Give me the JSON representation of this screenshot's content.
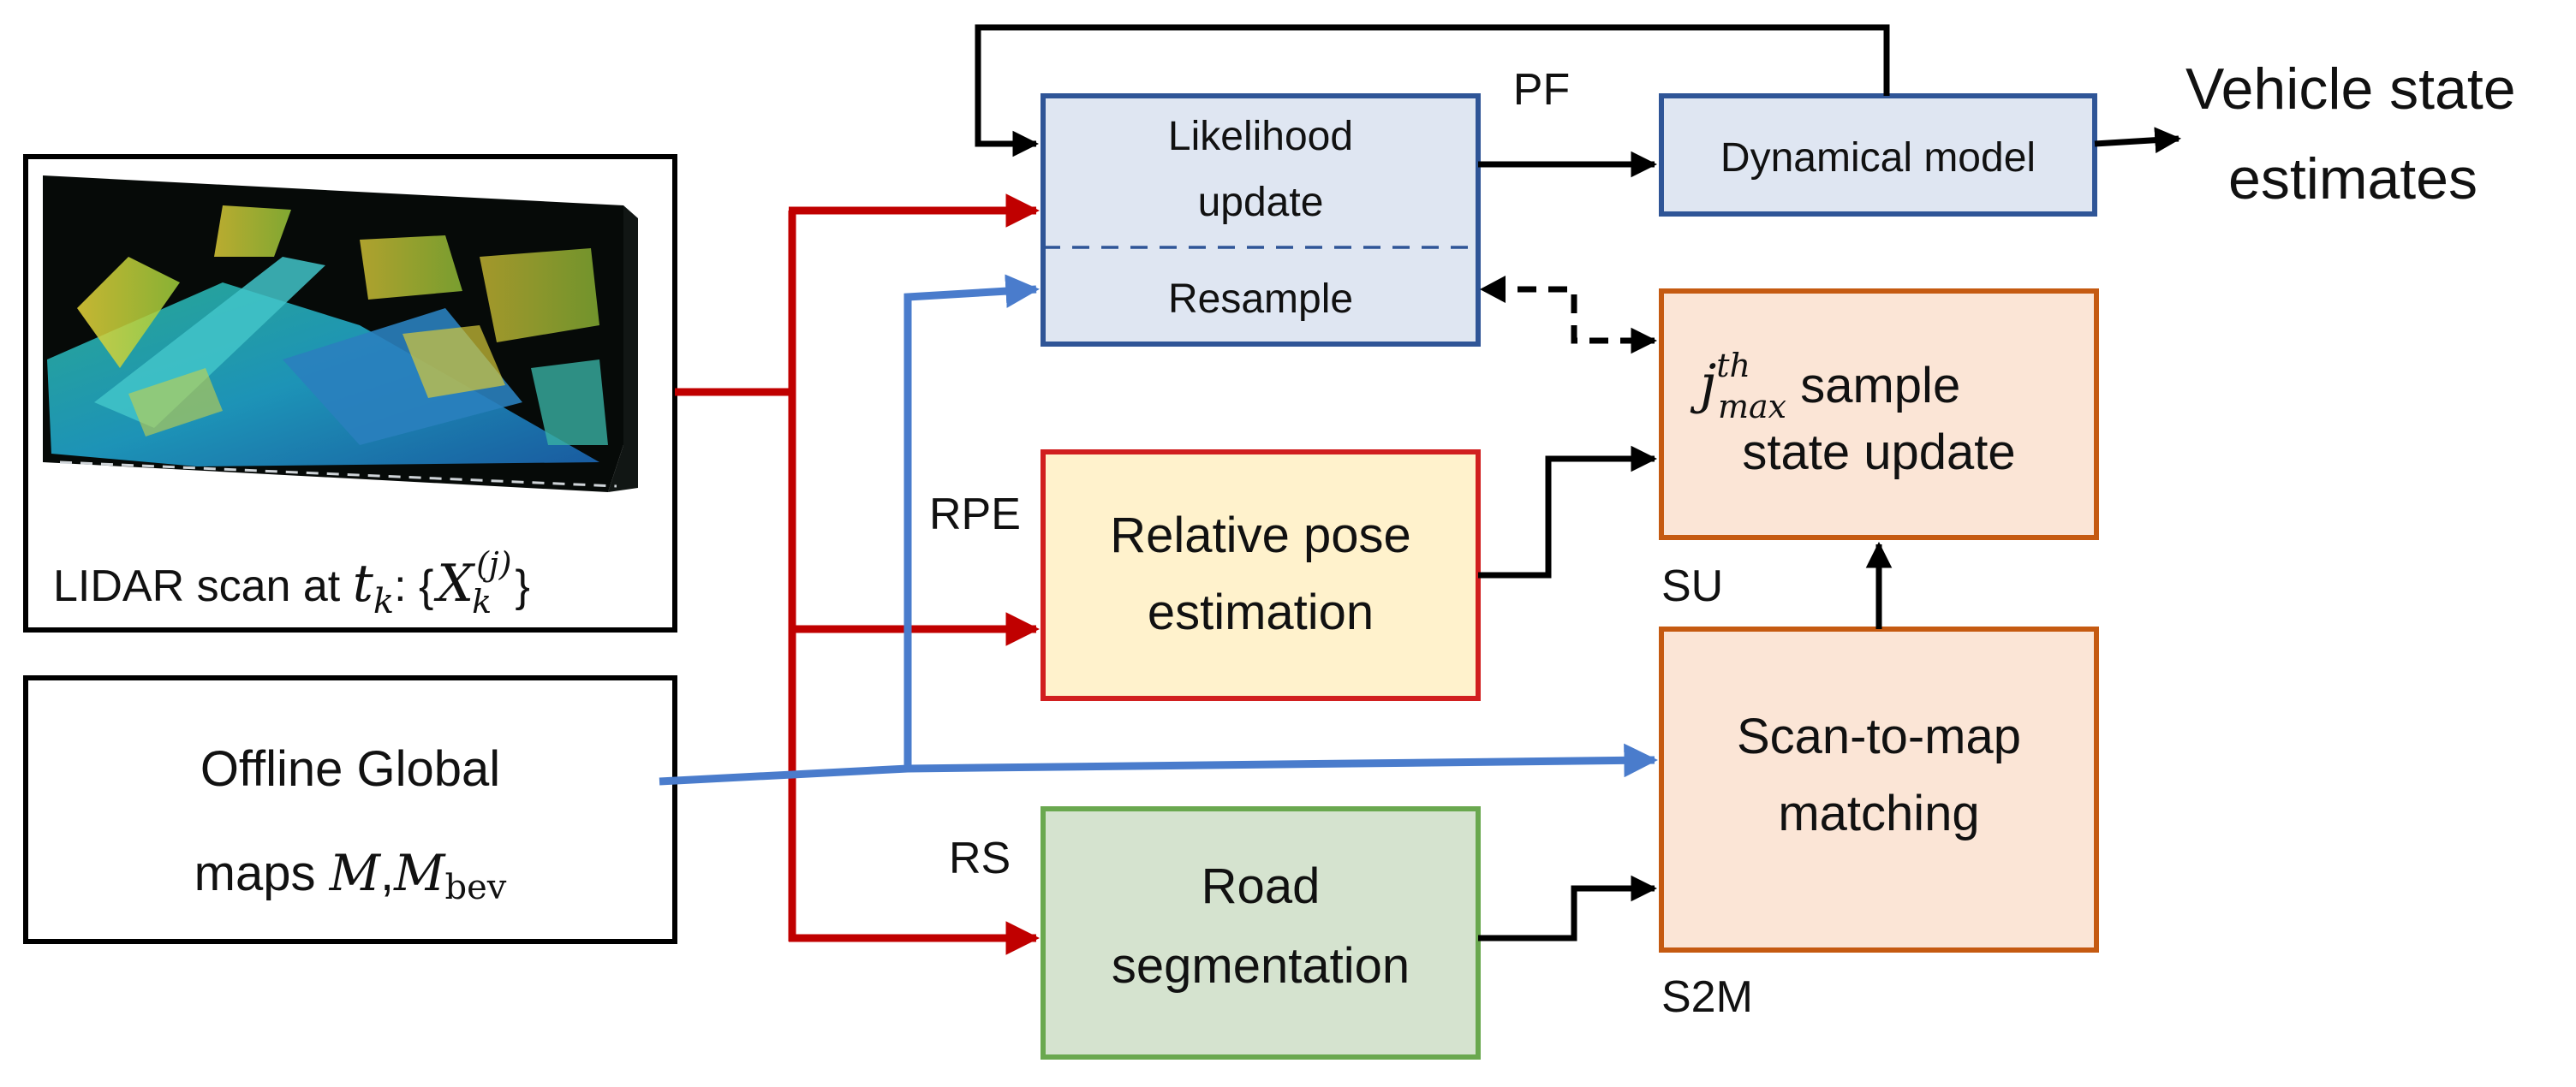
{
  "colors": {
    "red_arrow": "#c00000",
    "blue_arrow": "#4a7ccc",
    "black_arrow": "#000000",
    "pf_fill": "#dfe6f2",
    "pf_border": "#2f5597",
    "rpe_fill": "#fff2cc",
    "rpe_border": "#d11f1f",
    "rs_fill": "#d5e3cf",
    "rs_border": "#6aa84f",
    "su_fill": "#fbe5d6",
    "su_border": "#c55a11"
  },
  "inputs": {
    "lidar": {
      "caption_prefix": "LIDAR scan at ",
      "time_var": "t",
      "time_sub": "k",
      "set_symbol": "X",
      "set_sub": "k",
      "set_sup": "(j)"
    },
    "maps": {
      "line1": "Offline Global",
      "line2": "maps ",
      "map_symbol": "M",
      "bev_sub": "bev"
    }
  },
  "blocks": {
    "pf": {
      "label": "PF",
      "likelihood_line1": "Likelihood",
      "likelihood_line2": "update",
      "resample": "Resample"
    },
    "dynamics": {
      "label": "Dynamical model"
    },
    "output": {
      "line1": "Vehicle state",
      "line2": "estimates"
    },
    "rpe": {
      "tag": "RPE",
      "line1": "Relative pose",
      "line2": "estimation"
    },
    "rs": {
      "tag": "RS",
      "line1": "Road",
      "line2": "segmentation"
    },
    "su": {
      "tag": "SU",
      "math_j": "j",
      "math_sup": "th",
      "math_sub": "max",
      "line1_rest": " sample",
      "line2": "state update"
    },
    "s2m": {
      "tag": "S2M",
      "line1": "Scan-to-map",
      "line2": "matching"
    }
  }
}
